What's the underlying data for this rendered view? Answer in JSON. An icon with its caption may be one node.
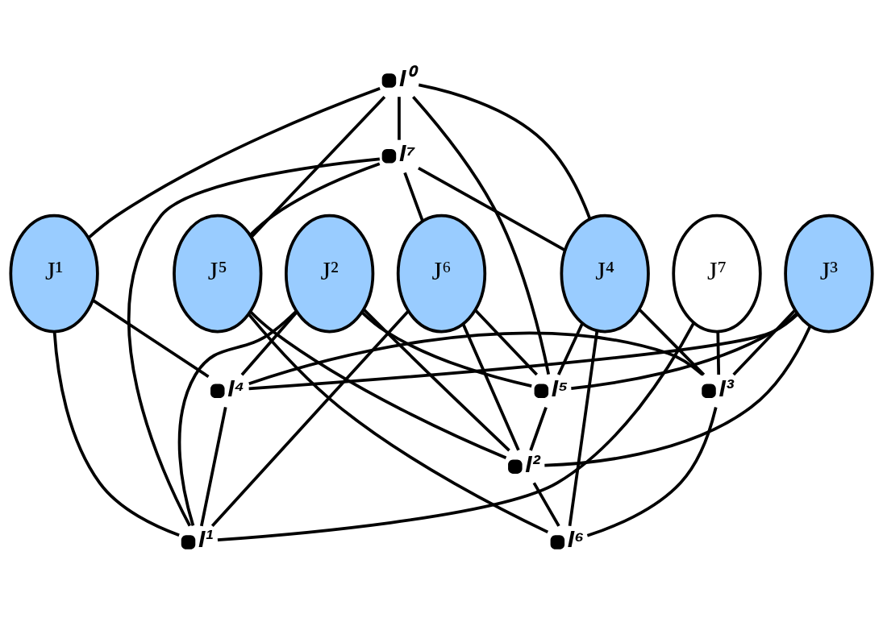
{
  "diagram": {
    "nodes": [
      {
        "text": [],
        "shape": "circle",
        "beside": [
          "I⁰"
        ]
      },
      {
        "text": [],
        "shape": "circle",
        "beside": [
          "I⁷"
        ]
      },
      {
        "text": [
          "J¹"
        ]
      },
      {
        "text": [
          "J⁵"
        ]
      },
      {
        "text": [
          "J²"
        ]
      },
      {
        "text": [
          "J⁶"
        ]
      },
      {
        "text": [
          "J⁴"
        ]
      },
      {
        "text": [
          "J⁷"
        ]
      },
      {
        "text": [
          "J³"
        ]
      },
      {
        "text": [],
        "shape": "circle",
        "beside": [
          "I⁴"
        ]
      },
      {
        "text": [],
        "shape": "circle",
        "beside": [
          "I³"
        ]
      },
      {
        "text": [],
        "shape": "circle",
        "beside": [
          "I⁵"
        ]
      },
      {
        "text": [],
        "shape": "circle",
        "beside": [
          "I¹"
        ]
      },
      {
        "text": [],
        "shape": "circle",
        "beside": [
          "I²"
        ]
      },
      {
        "text": [],
        "shape": "circle",
        "beside": [
          "I⁶"
        ]
      }
    ],
    "edges": [
      {
        "from": 0,
        "to": 2,
        "arrow": "none"
      },
      {
        "from": 0,
        "to": 3,
        "arrow": "none"
      },
      {
        "from": 0,
        "to": 1,
        "arrow": "none"
      },
      {
        "from": 0,
        "to": 6,
        "arrow": "none"
      },
      {
        "from": 0,
        "to": 11,
        "arrow": "none"
      },
      {
        "from": 1,
        "to": 3,
        "arrow": "none"
      },
      {
        "from": 1,
        "to": 5,
        "arrow": "none"
      },
      {
        "from": 1,
        "to": 6,
        "arrow": "none"
      },
      {
        "from": 1,
        "to": 12,
        "arrow": "none"
      },
      {
        "from": 2,
        "to": 9,
        "arrow": "none"
      },
      {
        "from": 2,
        "to": 12,
        "arrow": "none"
      },
      {
        "from": 3,
        "to": 13,
        "arrow": "none"
      },
      {
        "from": 3,
        "to": 14,
        "arrow": "none"
      },
      {
        "from": 4,
        "to": 9,
        "arrow": "none"
      },
      {
        "from": 4,
        "to": 12,
        "arrow": "none"
      },
      {
        "from": 4,
        "to": 13,
        "arrow": "none"
      },
      {
        "from": 4,
        "to": 11,
        "arrow": "none"
      },
      {
        "from": 5,
        "to": 12,
        "arrow": "none"
      },
      {
        "from": 5,
        "to": 11,
        "arrow": "none"
      },
      {
        "from": 5,
        "to": 13,
        "arrow": "none"
      },
      {
        "from": 6,
        "to": 11,
        "arrow": "none"
      },
      {
        "from": 6,
        "to": 10,
        "arrow": "none"
      },
      {
        "from": 6,
        "to": 14,
        "arrow": "none"
      },
      {
        "from": 7,
        "to": 12,
        "arrow": "none"
      },
      {
        "from": 7,
        "to": 10,
        "arrow": "none"
      },
      {
        "from": 8,
        "to": 9,
        "arrow": "none"
      },
      {
        "from": 8,
        "to": 10,
        "arrow": "none"
      },
      {
        "from": 8,
        "to": 11,
        "arrow": "none"
      },
      {
        "from": 8,
        "to": 13,
        "arrow": "none"
      },
      {
        "from": 9,
        "to": 12,
        "arrow": "none"
      },
      {
        "from": 9,
        "to": 10,
        "arrow": "none"
      },
      {
        "from": 10,
        "to": 14,
        "arrow": "none"
      },
      {
        "from": 11,
        "to": 13,
        "arrow": "none"
      },
      {
        "from": 13,
        "to": 14,
        "arrow": "none"
      }
    ]
  }
}
